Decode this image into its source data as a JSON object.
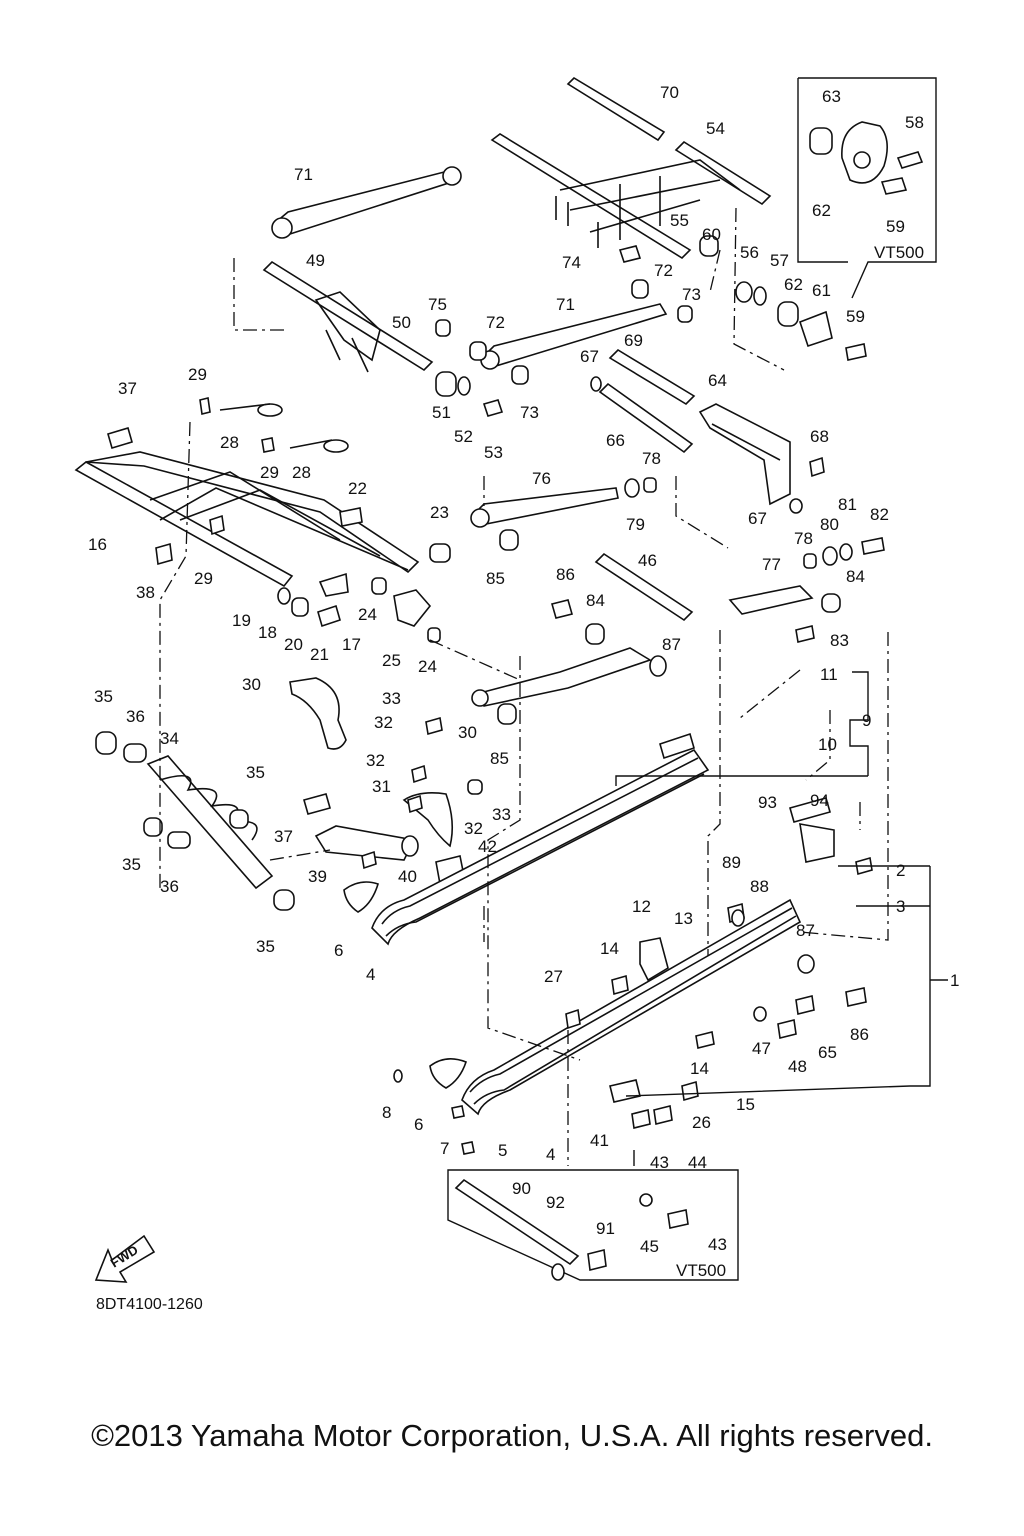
{
  "diagram": {
    "document_code": "8DT4100-1260",
    "copyright": "©2013 Yamaha Motor Corporation, U.S.A. All rights reserved.",
    "fwd_label": "FWD",
    "variant_label": "VT500",
    "part_labels": [
      {
        "id": "70",
        "text": "70"
      },
      {
        "id": "54",
        "text": "54"
      },
      {
        "id": "63",
        "text": "63"
      },
      {
        "id": "58",
        "text": "58"
      },
      {
        "id": "62a",
        "text": "62"
      },
      {
        "id": "59a",
        "text": "59"
      },
      {
        "id": "71a",
        "text": "71"
      },
      {
        "id": "55",
        "text": "55"
      },
      {
        "id": "60",
        "text": "60"
      },
      {
        "id": "56",
        "text": "56"
      },
      {
        "id": "57",
        "text": "57"
      },
      {
        "id": "74",
        "text": "74"
      },
      {
        "id": "72a",
        "text": "72"
      },
      {
        "id": "49",
        "text": "49"
      },
      {
        "id": "62b",
        "text": "62"
      },
      {
        "id": "61",
        "text": "61"
      },
      {
        "id": "73a",
        "text": "73"
      },
      {
        "id": "75",
        "text": "75"
      },
      {
        "id": "71b",
        "text": "71"
      },
      {
        "id": "59b",
        "text": "59"
      },
      {
        "id": "50",
        "text": "50"
      },
      {
        "id": "72b",
        "text": "72"
      },
      {
        "id": "69",
        "text": "69"
      },
      {
        "id": "67a",
        "text": "67"
      },
      {
        "id": "37a",
        "text": "37"
      },
      {
        "id": "29a",
        "text": "29"
      },
      {
        "id": "64",
        "text": "64"
      },
      {
        "id": "51",
        "text": "51"
      },
      {
        "id": "73b",
        "text": "73"
      },
      {
        "id": "52",
        "text": "52"
      },
      {
        "id": "53",
        "text": "53"
      },
      {
        "id": "28a",
        "text": "28"
      },
      {
        "id": "66",
        "text": "66"
      },
      {
        "id": "68",
        "text": "68"
      },
      {
        "id": "29b",
        "text": "29"
      },
      {
        "id": "28b",
        "text": "28"
      },
      {
        "id": "78a",
        "text": "78"
      },
      {
        "id": "76",
        "text": "76"
      },
      {
        "id": "22",
        "text": "22"
      },
      {
        "id": "79",
        "text": "79"
      },
      {
        "id": "67b",
        "text": "67"
      },
      {
        "id": "81",
        "text": "81"
      },
      {
        "id": "82",
        "text": "82"
      },
      {
        "id": "80",
        "text": "80"
      },
      {
        "id": "23",
        "text": "23"
      },
      {
        "id": "16",
        "text": "16"
      },
      {
        "id": "78b",
        "text": "78"
      },
      {
        "id": "46",
        "text": "46"
      },
      {
        "id": "85a",
        "text": "85"
      },
      {
        "id": "86a",
        "text": "86"
      },
      {
        "id": "77",
        "text": "77"
      },
      {
        "id": "84a",
        "text": "84"
      },
      {
        "id": "38",
        "text": "38"
      },
      {
        "id": "29c",
        "text": "29"
      },
      {
        "id": "24a",
        "text": "24"
      },
      {
        "id": "84b",
        "text": "84"
      },
      {
        "id": "19",
        "text": "19"
      },
      {
        "id": "18",
        "text": "18"
      },
      {
        "id": "20",
        "text": "20"
      },
      {
        "id": "17",
        "text": "17"
      },
      {
        "id": "21",
        "text": "21"
      },
      {
        "id": "25",
        "text": "25"
      },
      {
        "id": "24b",
        "text": "24"
      },
      {
        "id": "83",
        "text": "83"
      },
      {
        "id": "87a",
        "text": "87"
      },
      {
        "id": "11",
        "text": "11"
      },
      {
        "id": "30a",
        "text": "30"
      },
      {
        "id": "35a",
        "text": "35"
      },
      {
        "id": "33a",
        "text": "33"
      },
      {
        "id": "36a",
        "text": "36"
      },
      {
        "id": "9",
        "text": "9"
      },
      {
        "id": "32a",
        "text": "32"
      },
      {
        "id": "34",
        "text": "34"
      },
      {
        "id": "30b",
        "text": "30"
      },
      {
        "id": "10",
        "text": "10"
      },
      {
        "id": "32b",
        "text": "32"
      },
      {
        "id": "85b",
        "text": "85"
      },
      {
        "id": "35b",
        "text": "35"
      },
      {
        "id": "31",
        "text": "31"
      },
      {
        "id": "93",
        "text": "93"
      },
      {
        "id": "94",
        "text": "94"
      },
      {
        "id": "37b",
        "text": "37"
      },
      {
        "id": "33b",
        "text": "33"
      },
      {
        "id": "32c",
        "text": "32"
      },
      {
        "id": "42",
        "text": "42"
      },
      {
        "id": "35c",
        "text": "35"
      },
      {
        "id": "2",
        "text": "2"
      },
      {
        "id": "89",
        "text": "89"
      },
      {
        "id": "36b",
        "text": "36"
      },
      {
        "id": "39",
        "text": "39"
      },
      {
        "id": "40",
        "text": "40"
      },
      {
        "id": "88",
        "text": "88"
      },
      {
        "id": "3",
        "text": "3"
      },
      {
        "id": "12",
        "text": "12"
      },
      {
        "id": "13",
        "text": "13"
      },
      {
        "id": "35d",
        "text": "35"
      },
      {
        "id": "6a",
        "text": "6"
      },
      {
        "id": "87b",
        "text": "87"
      },
      {
        "id": "14a",
        "text": "14"
      },
      {
        "id": "4a",
        "text": "4"
      },
      {
        "id": "1",
        "text": "1"
      },
      {
        "id": "27",
        "text": "27"
      },
      {
        "id": "86b",
        "text": "86"
      },
      {
        "id": "47",
        "text": "47"
      },
      {
        "id": "65",
        "text": "65"
      },
      {
        "id": "48",
        "text": "48"
      },
      {
        "id": "14b",
        "text": "14"
      },
      {
        "id": "8",
        "text": "8"
      },
      {
        "id": "15",
        "text": "15"
      },
      {
        "id": "6b",
        "text": "6"
      },
      {
        "id": "26",
        "text": "26"
      },
      {
        "id": "7",
        "text": "7"
      },
      {
        "id": "5",
        "text": "5"
      },
      {
        "id": "41",
        "text": "41"
      },
      {
        "id": "4b",
        "text": "4"
      },
      {
        "id": "43a",
        "text": "43"
      },
      {
        "id": "44",
        "text": "44"
      },
      {
        "id": "90",
        "text": "90"
      },
      {
        "id": "92",
        "text": "92"
      },
      {
        "id": "91",
        "text": "91"
      },
      {
        "id": "45",
        "text": "45"
      },
      {
        "id": "43b",
        "text": "43"
      }
    ]
  }
}
